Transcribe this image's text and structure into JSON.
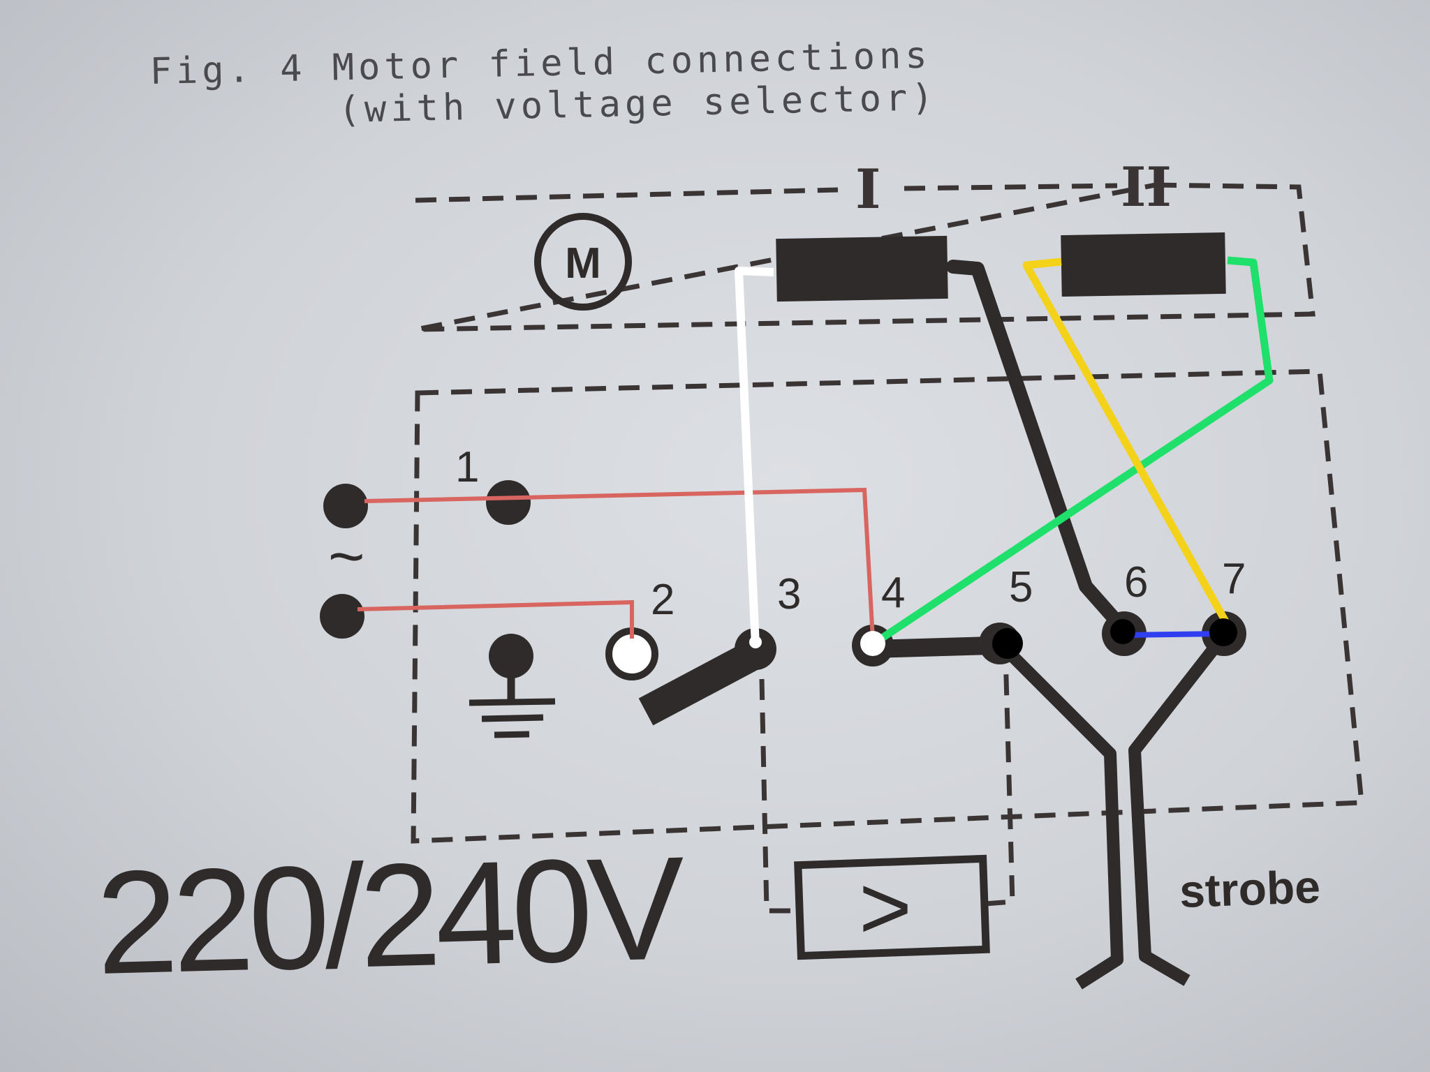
{
  "figure": {
    "caption_line1": "Fig. 4 Motor field connections",
    "caption_line2": "(with voltage selector)"
  },
  "labels": {
    "motor_symbol": "M",
    "winding_1": "I",
    "winding_2": "II",
    "mains_symbol": "~",
    "strobe": "strobe",
    "voltage": "220/240V",
    "capacitor_symbol": ">"
  },
  "terminals": [
    "1",
    "2",
    "3",
    "4",
    "5",
    "6",
    "7"
  ],
  "overlay_colors": {
    "mains_wire": "#d8655f",
    "white_wire": "#ffffff",
    "green_wire": "#1ee06a",
    "yellow_wire": "#f4d21a",
    "blue_jumper": "#2f3ff0",
    "print": "#2f2b2b"
  }
}
